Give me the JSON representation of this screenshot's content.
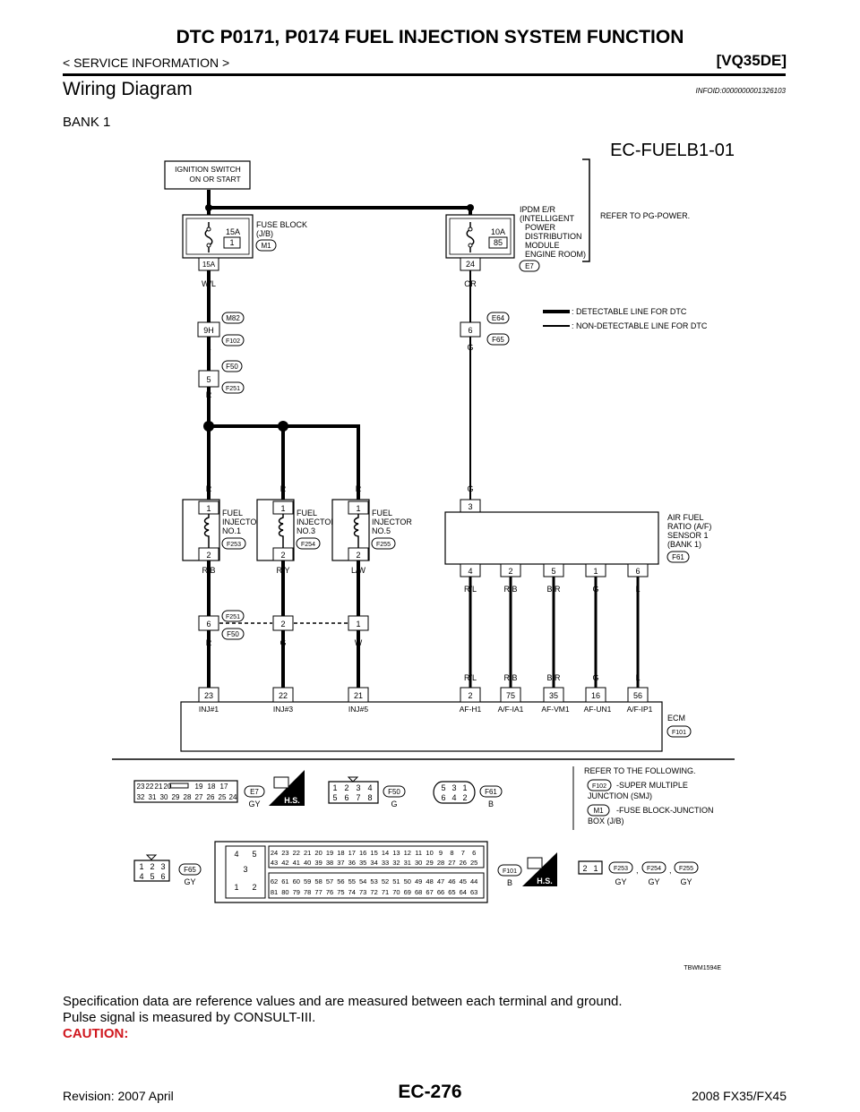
{
  "header": {
    "title": "DTC P0171, P0174 FUEL INJECTION SYSTEM FUNCTION",
    "breadcrumb": "< SERVICE INFORMATION >",
    "model": "[VQ35DE]"
  },
  "section": {
    "title": "Wiring Diagram",
    "info_id": "INFOID:0000000001326103",
    "bank": "BANK 1"
  },
  "diagram": {
    "code": "EC-FUELB1-01",
    "ignition_switch": [
      "IGNITION SWITCH",
      "ON OR START"
    ],
    "fuse_block": {
      "label": [
        "FUSE BLOCK",
        "(J/B)"
      ],
      "amp": "15A",
      "num": "1",
      "terminal": "15A",
      "connector": "M1"
    },
    "ipdm": {
      "label": [
        "IPDM E/R",
        "(INTELLIGENT",
        "POWER",
        "DISTRIBUTION",
        "MODULE",
        "ENGINE ROOM)"
      ],
      "amp": "10A",
      "num": "85",
      "terminal": "24",
      "connector": "E7"
    },
    "refer_power": "REFER TO PG-POWER.",
    "legend": [
      ": DETECTABLE LINE FOR DTC",
      ": NON-DETECTABLE LINE FOR DTC"
    ],
    "wires": {
      "wl": "W/L",
      "l": "L",
      "r": "R",
      "or": "OR",
      "g": "G",
      "rb": "R/B",
      "ry": "R/Y",
      "lw": "L/W",
      "w": "W",
      "rl": "R/L",
      "br": "B/R"
    },
    "joints": {
      "j9h": "9H",
      "m82": "M82",
      "f102": "F102",
      "j5": "5",
      "f50": "F50",
      "f251": "F251",
      "j6": "6",
      "e64": "E64",
      "f65": "F65",
      "f251b": "F251",
      "f50b": "F50",
      "t6": "6",
      "t2": "2",
      "t1": "1"
    },
    "injectors": [
      {
        "label": [
          "FUEL",
          "INJECTOR",
          "NO.1"
        ],
        "connector": "F253",
        "pin1": "1",
        "pin2": "2"
      },
      {
        "label": [
          "FUEL",
          "INJECTOR",
          "NO.3"
        ],
        "connector": "F254",
        "pin1": "1",
        "pin2": "2"
      },
      {
        "label": [
          "FUEL",
          "INJECTOR",
          "NO.5"
        ],
        "connector": "F255",
        "pin1": "1",
        "pin2": "2"
      }
    ],
    "af_sensor": {
      "label": [
        "AIR FUEL",
        "RATIO (A/F)",
        "SENSOR 1",
        "(BANK 1)"
      ],
      "connector": "F61",
      "top_pin": "3",
      "pins": [
        "4",
        "2",
        "5",
        "1",
        "6"
      ],
      "wires": [
        "R/L",
        "R/B",
        "B/R",
        "G",
        "L"
      ]
    },
    "ecm": {
      "label": "ECM",
      "connector": "F101",
      "terminals": [
        "23",
        "22",
        "21",
        "2",
        "75",
        "35",
        "16",
        "56"
      ],
      "names": [
        "INJ#1",
        "INJ#3",
        "INJ#5",
        "AF-H1",
        "A/F-IA1",
        "AF-VM1",
        "AF-UN1",
        "A/F-IP1"
      ],
      "wires": [
        "R/L",
        "R/B",
        "B/R",
        "G",
        "L"
      ]
    },
    "connectors": {
      "e7": {
        "id": "E7",
        "color": "GY",
        "row1": [
          "23",
          "22",
          "21",
          "20",
          "",
          "19",
          "18",
          "17"
        ],
        "row2": [
          "32",
          "31",
          "30",
          "29",
          "28",
          "27",
          "26",
          "25",
          "24"
        ]
      },
      "hs": "H.S.",
      "f50": {
        "id": "F50",
        "color": "G",
        "row1": [
          "1",
          "2",
          "3",
          "4"
        ],
        "row2": [
          "5",
          "6",
          "7",
          "8"
        ]
      },
      "f61": {
        "id": "F61",
        "color": "B",
        "row1": [
          "5",
          "3",
          "1"
        ],
        "row2": [
          "6",
          "4",
          "2"
        ]
      },
      "f65": {
        "id": "F65",
        "color": "GY",
        "row1": [
          "1",
          "2",
          "3"
        ],
        "row2": [
          "4",
          "5",
          "6"
        ]
      },
      "f101": {
        "id": "F101",
        "color": "B",
        "small": [
          "4",
          "5",
          "3",
          "1",
          "2"
        ],
        "row1": [
          "24",
          "23",
          "22",
          "21",
          "20",
          "19",
          "18",
          "17",
          "16",
          "15",
          "14",
          "13",
          "12",
          "11",
          "10",
          "9",
          "8",
          "7",
          "6"
        ],
        "row2": [
          "43",
          "42",
          "41",
          "40",
          "39",
          "38",
          "37",
          "36",
          "35",
          "34",
          "33",
          "32",
          "31",
          "30",
          "29",
          "28",
          "27",
          "26",
          "25"
        ],
        "row3": [
          "62",
          "61",
          "60",
          "59",
          "58",
          "57",
          "56",
          "55",
          "54",
          "53",
          "52",
          "51",
          "50",
          "49",
          "48",
          "47",
          "46",
          "45",
          "44"
        ],
        "row4": [
          "81",
          "80",
          "79",
          "78",
          "77",
          "76",
          "75",
          "74",
          "73",
          "72",
          "71",
          "70",
          "69",
          "68",
          "67",
          "66",
          "65",
          "64",
          "63"
        ]
      },
      "inj": {
        "pins": [
          "2",
          "1"
        ],
        "ids": [
          "F253",
          "F254",
          "F255"
        ],
        "color": "GY",
        "sep": ","
      }
    },
    "refer": {
      "title": "REFER TO THE FOLLOWING.",
      "items": [
        {
          "id": "F102",
          "text": [
            "-SUPER MULTIPLE",
            "JUNCTION (SMJ)"
          ]
        },
        {
          "id": "M1",
          "text": [
            "-FUSE BLOCK-JUNCTION",
            "BOX (J/B)"
          ]
        }
      ]
    },
    "figure_id": "TBWM1594E"
  },
  "notes": [
    "Specification data are reference values and are measured between each terminal and ground.",
    "Pulse signal is measured by CONSULT-III."
  ],
  "caution": "CAUTION:",
  "footer": {
    "page": "EC-276",
    "revision": "Revision: 2007 April",
    "model": "2008 FX35/FX45"
  }
}
